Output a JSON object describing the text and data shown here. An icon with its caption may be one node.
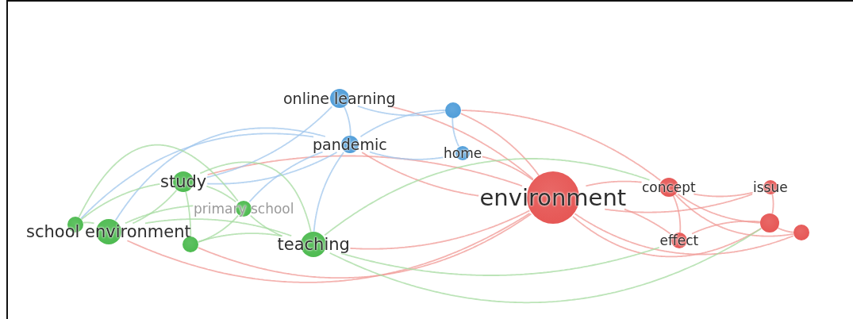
{
  "diagram": {
    "nodes": [
      {
        "text": [
          "online learning"
        ]
      },
      {
        "text": [],
        "shape": "circle"
      },
      {
        "text": [
          "pandemic"
        ]
      },
      {
        "text": [
          "home"
        ]
      },
      {
        "text": [
          "study"
        ]
      },
      {
        "text": [
          "primary school"
        ]
      },
      {
        "text": [],
        "shape": "circle"
      },
      {
        "text": [
          "school environment"
        ]
      },
      {
        "text": [],
        "shape": "circle"
      },
      {
        "text": [
          "teaching"
        ]
      },
      {
        "text": [
          "environment"
        ]
      },
      {
        "text": [
          "concept"
        ]
      },
      {
        "text": [
          "issue"
        ]
      },
      {
        "text": [
          "effect"
        ]
      },
      {
        "text": [],
        "shape": "circle"
      },
      {
        "text": [],
        "shape": "circle"
      }
    ],
    "edges": [
      {
        "from": 10,
        "to": 0,
        "arrow": "none"
      },
      {
        "from": 10,
        "to": 1,
        "arrow": "none"
      },
      {
        "from": 10,
        "to": 2,
        "arrow": "none"
      },
      {
        "from": 10,
        "to": 3,
        "arrow": "none"
      },
      {
        "from": 10,
        "to": 4,
        "arrow": "none"
      },
      {
        "from": 10,
        "to": 7,
        "arrow": "none"
      },
      {
        "from": 10,
        "to": 9,
        "arrow": "none"
      },
      {
        "from": 10,
        "to": 8,
        "arrow": "none"
      },
      {
        "from": 10,
        "to": 11,
        "arrow": "none"
      },
      {
        "from": 10,
        "to": 12,
        "arrow": "none"
      },
      {
        "from": 10,
        "to": 13,
        "arrow": "none"
      },
      {
        "from": 10,
        "to": 14,
        "arrow": "none"
      },
      {
        "from": 10,
        "to": 15,
        "arrow": "none"
      },
      {
        "from": 11,
        "to": 12,
        "arrow": "none"
      },
      {
        "from": 11,
        "to": 13,
        "arrow": "none"
      },
      {
        "from": 11,
        "to": 14,
        "arrow": "none"
      },
      {
        "from": 11,
        "to": 15,
        "arrow": "none"
      },
      {
        "from": 11,
        "to": 1,
        "arrow": "none"
      },
      {
        "from": 12,
        "to": 14,
        "arrow": "none"
      },
      {
        "from": 14,
        "to": 15,
        "arrow": "none"
      },
      {
        "from": 13,
        "to": 14,
        "arrow": "none"
      },
      {
        "from": 2,
        "to": 0,
        "arrow": "none"
      },
      {
        "from": 2,
        "to": 1,
        "arrow": "none"
      },
      {
        "from": 2,
        "to": 3,
        "arrow": "none"
      },
      {
        "from": 2,
        "to": 4,
        "arrow": "none"
      },
      {
        "from": 2,
        "to": 5,
        "arrow": "none"
      },
      {
        "from": 2,
        "to": 7,
        "arrow": "none"
      },
      {
        "from": 2,
        "to": 9,
        "arrow": "none"
      },
      {
        "from": 2,
        "to": 6,
        "arrow": "none"
      },
      {
        "from": 0,
        "to": 1,
        "arrow": "none"
      },
      {
        "from": 0,
        "to": 4,
        "arrow": "none"
      },
      {
        "from": 1,
        "to": 3,
        "arrow": "none"
      },
      {
        "from": 4,
        "to": 5,
        "arrow": "none"
      },
      {
        "from": 4,
        "to": 6,
        "arrow": "none"
      },
      {
        "from": 4,
        "to": 7,
        "arrow": "none"
      },
      {
        "from": 4,
        "to": 8,
        "arrow": "none"
      },
      {
        "from": 4,
        "to": 9,
        "arrow": "none"
      },
      {
        "from": 5,
        "to": 7,
        "arrow": "none"
      },
      {
        "from": 5,
        "to": 8,
        "arrow": "none"
      },
      {
        "from": 5,
        "to": 9,
        "arrow": "none"
      },
      {
        "from": 5,
        "to": 6,
        "arrow": "none"
      },
      {
        "from": 7,
        "to": 6,
        "arrow": "none"
      },
      {
        "from": 7,
        "to": 9,
        "arrow": "none"
      },
      {
        "from": 9,
        "to": 8,
        "arrow": "none"
      },
      {
        "from": 9,
        "to": 13,
        "arrow": "none"
      },
      {
        "from": 9,
        "to": 14,
        "arrow": "none"
      },
      {
        "from": 9,
        "to": 11,
        "arrow": "none"
      }
    ]
  }
}
